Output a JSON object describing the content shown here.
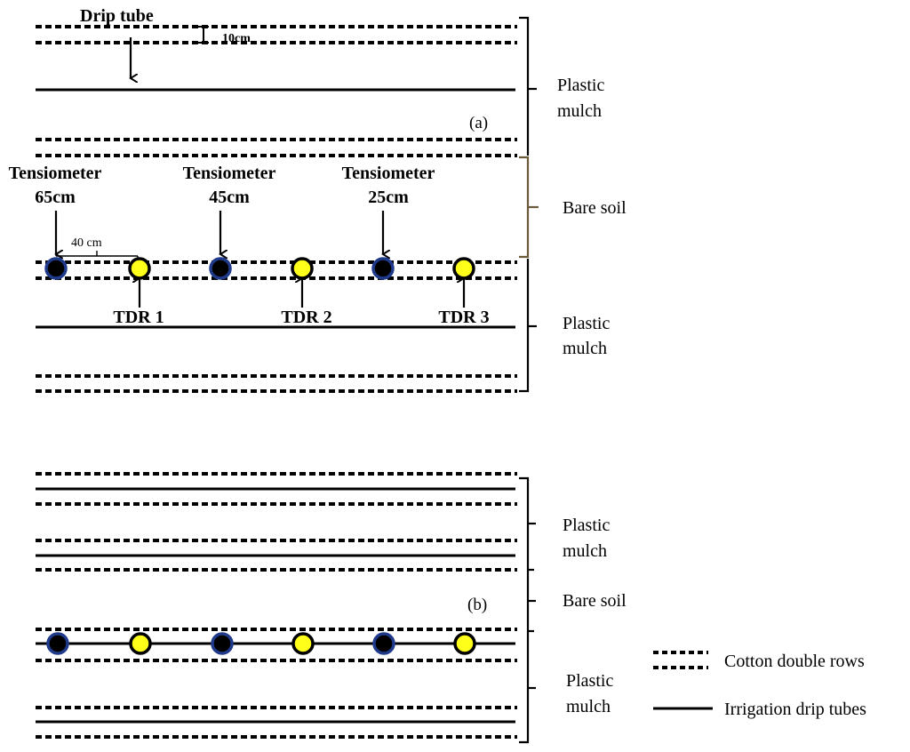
{
  "panel_a": {
    "tag": "(a)",
    "drip_tube_label": "Drip tube",
    "spacing_label": "10cm",
    "sensor_gap_label": "40 cm",
    "tensiometers": [
      {
        "line1": "Tensiometer",
        "line2": "65cm"
      },
      {
        "line1": "Tensiometer",
        "line2": "45cm"
      },
      {
        "line1": "Tensiometer",
        "line2": "25cm"
      }
    ],
    "tdr": [
      "TDR 1",
      "TDR 2",
      "TDR 3"
    ],
    "zones": [
      {
        "line1": "Plastic",
        "line2": "mulch"
      },
      {
        "line1": "Bare soil",
        "line2": ""
      },
      {
        "line1": "Plastic",
        "line2": "mulch"
      }
    ]
  },
  "panel_b": {
    "tag": "(b)",
    "zones": [
      {
        "line1": "Plastic",
        "line2": "mulch"
      },
      {
        "line1": "Bare soil",
        "line2": ""
      },
      {
        "line1": "Plastic",
        "line2": "mulch"
      }
    ]
  },
  "legend": {
    "cotton_rows": "Cotton double rows",
    "drip_tubes": "Irrigation drip tubes"
  },
  "colors": {
    "tensiometer_fill": "#000000",
    "tensiometer_ring": "#1f3a8a",
    "tdr_fill": "#ffff1a",
    "tdr_ring": "#000000",
    "bare_soil_bracket": "#6b5a3a"
  }
}
